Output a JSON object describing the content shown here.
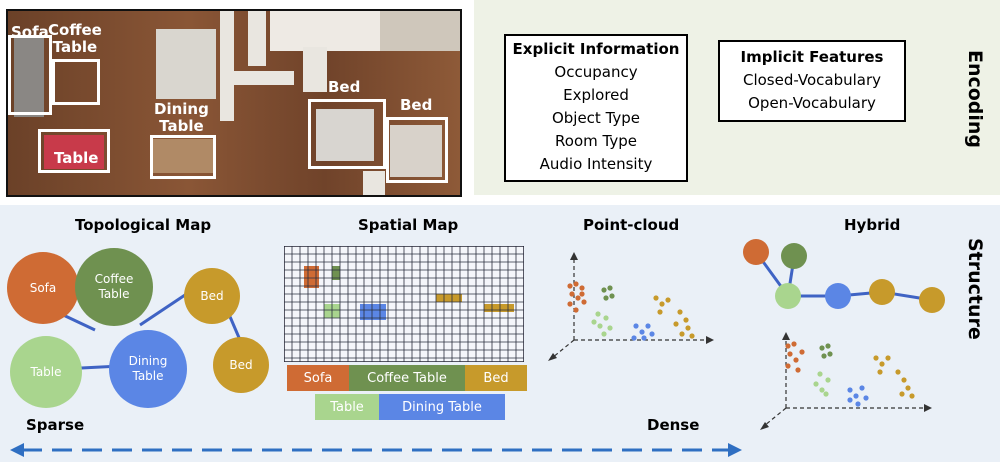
{
  "floorplan": {
    "labels": {
      "sofa": "Sofa",
      "coffee_table": "Coffee\nTable",
      "table": "Table",
      "dining_table": "Dining\nTable",
      "bed_1": "Bed",
      "bed_2": "Bed"
    }
  },
  "encoding": {
    "side_label": "Encoding",
    "explicit": {
      "title": "Explicit Information",
      "items": [
        "Occupancy",
        "Explored",
        "Object Type",
        "Room Type",
        "Audio Intensity"
      ]
    },
    "implicit": {
      "title": "Implicit Features",
      "items": [
        "Closed-Vocabulary",
        "Open-Vocabulary"
      ]
    }
  },
  "structure": {
    "side_label": "Structure",
    "topological": {
      "title": "Topological Map",
      "nodes": {
        "sofa": "Sofa",
        "coffee": "Coffee\nTable",
        "bed_top": "Bed",
        "table": "Table",
        "dining": "Dining\nTable",
        "bed_bottom": "Bed"
      }
    },
    "spatial": {
      "title": "Spatial Map",
      "legend": {
        "sofa": "Sofa",
        "coffee": "Coffee Table",
        "bed": "Bed",
        "table": "Table",
        "dining": "Dining Table"
      }
    },
    "pointcloud": {
      "title": "Point-cloud"
    },
    "hybrid": {
      "title": "Hybrid"
    },
    "axis": {
      "sparse": "Sparse",
      "dense": "Dense"
    }
  },
  "colors": {
    "sofa": "#cf6b34",
    "coffee": "#6f9150",
    "bed": "#c79a2b",
    "table": "#a9d58e",
    "dining": "#5b86e5",
    "edge": "#3f63c4",
    "dash": "#2f6fc2"
  }
}
